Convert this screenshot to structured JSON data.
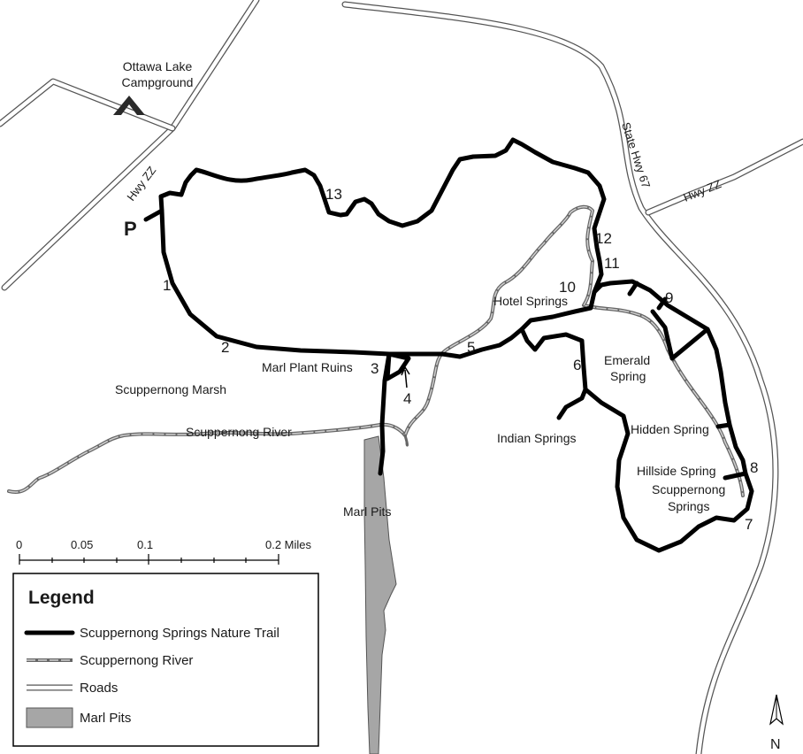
{
  "labels": {
    "ottawa_lake_line1": "Ottawa Lake",
    "ottawa_lake_line2": "Campground",
    "hwy_zz_west": "Hwy ZZ",
    "hwy_zz_east": "Hwy ZZ",
    "state_hwy_67": "State Hwy 67",
    "parking": "P",
    "marl_plant_ruins": "Marl Plant Ruins",
    "scuppernong_marsh": "Scuppernong Marsh",
    "scuppernong_river": "Scuppernong River",
    "marl_pits": "Marl Pits",
    "hotel_springs": "Hotel Springs",
    "emerald_spring_line1": "Emerald",
    "emerald_spring_line2": "Spring",
    "indian_springs": "Indian Springs",
    "hidden_spring": "Hidden Spring",
    "hillside_spring": "Hillside Spring",
    "scuppernong_springs_line1": "Scuppernong",
    "scuppernong_springs_line2": "Springs"
  },
  "stops": [
    "1",
    "2",
    "3",
    "4",
    "5",
    "6",
    "7",
    "8",
    "9",
    "10",
    "11",
    "12",
    "13"
  ],
  "scale": {
    "ticks": [
      "0",
      "0.05",
      "0.1",
      "0.2 Miles"
    ]
  },
  "legend": {
    "title": "Legend",
    "items": [
      {
        "label": "Scuppernong Springs Nature Trail"
      },
      {
        "label": "Scuppernong River"
      },
      {
        "label": "Roads"
      },
      {
        "label": "Marl Pits"
      }
    ]
  },
  "north_arrow": {
    "label": "N"
  },
  "colors": {
    "trail": "#000000",
    "river": "#9a9a9a",
    "road": "#555555",
    "marl": "#a6a6a6"
  },
  "icons": {
    "campground": "tent-icon",
    "north": "north-arrow-icon"
  }
}
